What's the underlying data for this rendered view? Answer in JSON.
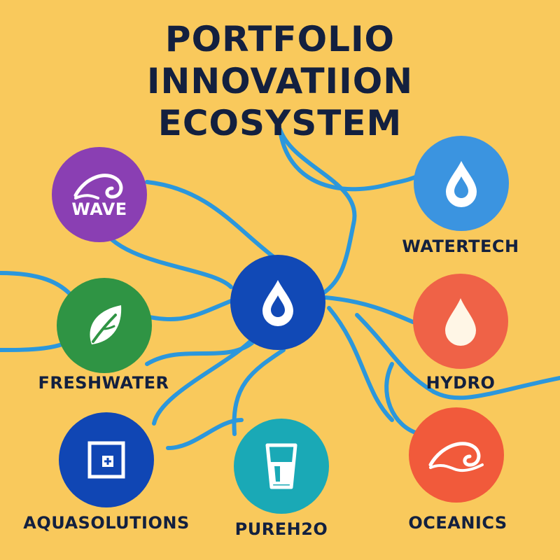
{
  "title": {
    "line1": "PORTFOLIO",
    "line2": "INNOVATIION",
    "line3": "ECOSYSTEM"
  },
  "colors": {
    "background": "#f9c95c",
    "connector": "#2b97dc",
    "title_text": "#13203f"
  },
  "nodes": {
    "wave": {
      "label": "WAVE",
      "icon": "wave-icon",
      "color": "#8a3fb3"
    },
    "watertech": {
      "label": "WATERTECH",
      "icon": "droplet-icon",
      "color": "#3b94e0"
    },
    "hub": {
      "label": "",
      "icon": "droplet-icon",
      "color": "#1149b6"
    },
    "freshwater": {
      "label": "FRESHWATER",
      "icon": "leaf-icon",
      "color": "#2f9444"
    },
    "hydro": {
      "label": "HYDRO",
      "icon": "droplet-icon",
      "color": "#ef6247"
    },
    "aquasolutions": {
      "label": "AQUASOLUTIONS",
      "icon": "plus-square-icon",
      "color": "#1046b4"
    },
    "pureh2o": {
      "label": "PUREH2O",
      "icon": "water-glass-icon",
      "color": "#1aa9b6"
    },
    "oceanics": {
      "label": "OCEANICS",
      "icon": "wave-icon",
      "color": "#f15a3b"
    }
  }
}
